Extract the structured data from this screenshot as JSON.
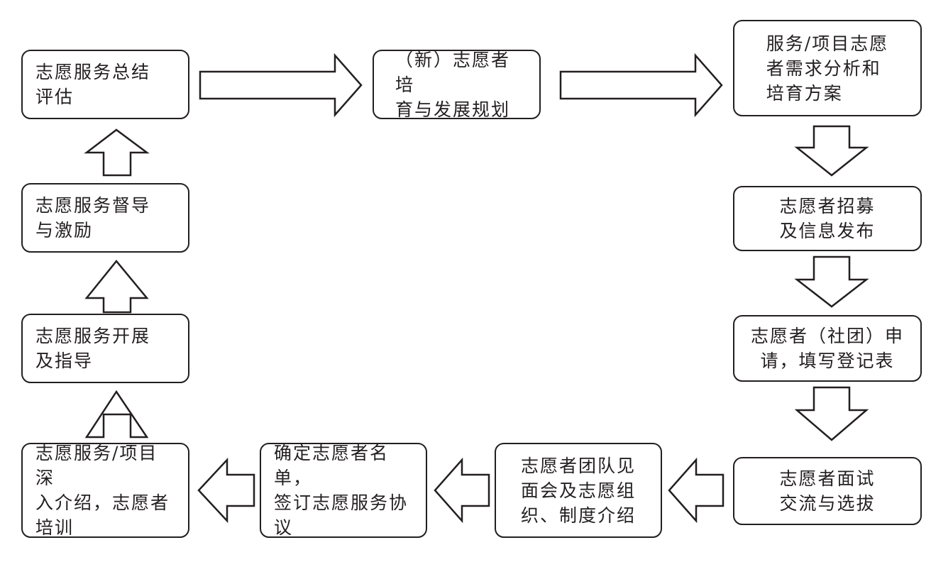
{
  "steps": {
    "summary": "志愿服务总结\n评估",
    "planning": "（新）志愿者培\n育与发展规划",
    "needs": "服务/项目志愿\n者需求分析和\n培育方案",
    "recruit": "志愿者招募\n及信息发布",
    "apply": "志愿者（社团）申\n请，填写登记表",
    "interview": "志愿者面试\n交流与选拔",
    "meeting": "志愿者团队见\n面会及志愿组\n织、制度介绍",
    "agreement": "确定志愿者名单，\n签订志愿服务协\n议",
    "training": "志愿服务/项目深\n入介绍，志愿者\n培训",
    "conduct": "志愿服务开展\n及指导",
    "supervise": "志愿服务督导\n与激励"
  }
}
